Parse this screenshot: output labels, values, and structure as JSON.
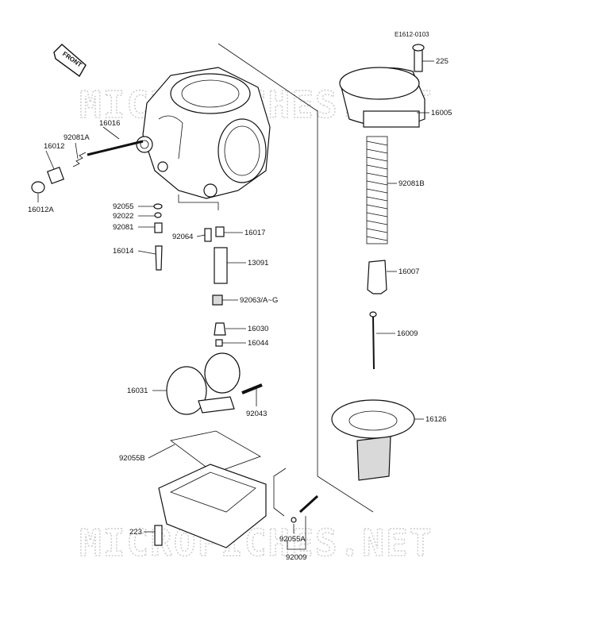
{
  "diagram_code": "E1612-0103",
  "front_tag": "FRONT",
  "watermark": "MICROFICHES.NET",
  "parts": [
    {
      "id": "p225",
      "label": "225"
    },
    {
      "id": "p16005",
      "label": "16005"
    },
    {
      "id": "p92081B",
      "label": "92081B"
    },
    {
      "id": "p16007",
      "label": "16007"
    },
    {
      "id": "p16009",
      "label": "16009"
    },
    {
      "id": "p16126",
      "label": "16126"
    },
    {
      "id": "p16016",
      "label": "16016"
    },
    {
      "id": "p92081A",
      "label": "92081A"
    },
    {
      "id": "p16012",
      "label": "16012"
    },
    {
      "id": "p16012A",
      "label": "16012A"
    },
    {
      "id": "p92055",
      "label": "92055"
    },
    {
      "id": "p92022",
      "label": "92022"
    },
    {
      "id": "p92081",
      "label": "92081"
    },
    {
      "id": "p16014",
      "label": "16014"
    },
    {
      "id": "p92064",
      "label": "92064"
    },
    {
      "id": "p16017",
      "label": "16017"
    },
    {
      "id": "p13091",
      "label": "13091"
    },
    {
      "id": "p92063",
      "label": "92063/A~G"
    },
    {
      "id": "p16030",
      "label": "16030"
    },
    {
      "id": "p16044",
      "label": "16044"
    },
    {
      "id": "p16031",
      "label": "16031"
    },
    {
      "id": "p92043",
      "label": "92043"
    },
    {
      "id": "p92055B",
      "label": "92055B"
    },
    {
      "id": "p223",
      "label": "223"
    },
    {
      "id": "p92055A",
      "label": "92055A"
    },
    {
      "id": "p92009",
      "label": "92009"
    }
  ]
}
